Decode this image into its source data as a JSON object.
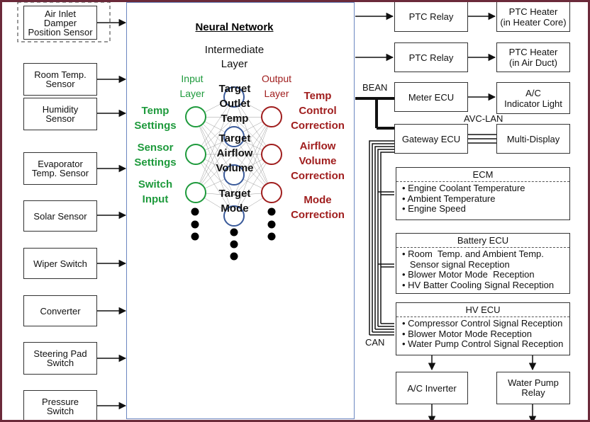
{
  "sensors": [
    {
      "id": "air-inlet-damper",
      "label": "Air Inlet\nDamper\nPosition Sensor"
    },
    {
      "id": "room-temp",
      "label": "Room Temp.\nSensor"
    },
    {
      "id": "humidity",
      "label": "Humidity\nSensor"
    },
    {
      "id": "evaporator-temp",
      "label": "Evaporator\nTemp. Sensor"
    },
    {
      "id": "solar",
      "label": "Solar Sensor"
    },
    {
      "id": "wiper-switch",
      "label": "Wiper Switch"
    },
    {
      "id": "converter",
      "label": "Converter"
    },
    {
      "id": "steering-pad",
      "label": "Steering Pad\nSwitch"
    },
    {
      "id": "pressure-switch",
      "label": "Pressure\nSwitch"
    }
  ],
  "neural_network": {
    "title": "Neural Network",
    "intermediate_layer": "Intermediate\nLayer",
    "input_layer": "Input\nLayer",
    "output_layer": "Output\nLayer",
    "inputs": [
      "Temp\nSettings",
      "Sensor\nSettings",
      "Switch\nInput"
    ],
    "targets": [
      "Target\nOutlet\nTemp",
      "Target\nAirflow\nVolume",
      "Target\nMode"
    ],
    "outputs": [
      "Temp\nControl\nCorrection",
      "Airflow\nVolume\nCorrection",
      "Mode\nCorrection"
    ]
  },
  "right": {
    "ptc_relay_1": "PTC Relay",
    "ptc_relay_2": "PTC Relay",
    "ptc_heater_core": "PTC Heater\n(in Heater Core)",
    "ptc_heater_duct": "PTC Heater\n(in Air Duct)",
    "meter_ecu": "Meter ECU",
    "ac_indicator": "A/C\nIndicator Light",
    "gateway_ecu": "Gateway ECU",
    "multi_display": "Multi-Display",
    "bean": "BEAN",
    "avc_lan": "AVC-LAN",
    "can": "CAN",
    "ecm": {
      "title": "ECM",
      "items": [
        "• Engine Coolant Temperature",
        "• Ambient Temperature",
        "• Engine Speed"
      ]
    },
    "battery_ecu": {
      "title": "Battery ECU",
      "items": [
        "• Room  Temp. and Ambient Temp.",
        "   Sensor signal Reception",
        "• Blower Motor Mode  Reception",
        "• HV Batter Cooling Signal Reception"
      ]
    },
    "hv_ecu": {
      "title": "HV ECU",
      "items": [
        "• Compressor Control Signal Reception",
        "• Blower Motor Mode Reception",
        "• Water Pump Control Signal Reception"
      ]
    },
    "ac_inverter": "A/C Inverter",
    "water_pump_relay": "Water Pump\nRelay"
  },
  "colors": {
    "input": "#1e9a3c",
    "output": "#a01e1e",
    "hidden": "#3a5a9a",
    "nn_border": "#6b86c0",
    "frame": "#6b2a3a"
  }
}
